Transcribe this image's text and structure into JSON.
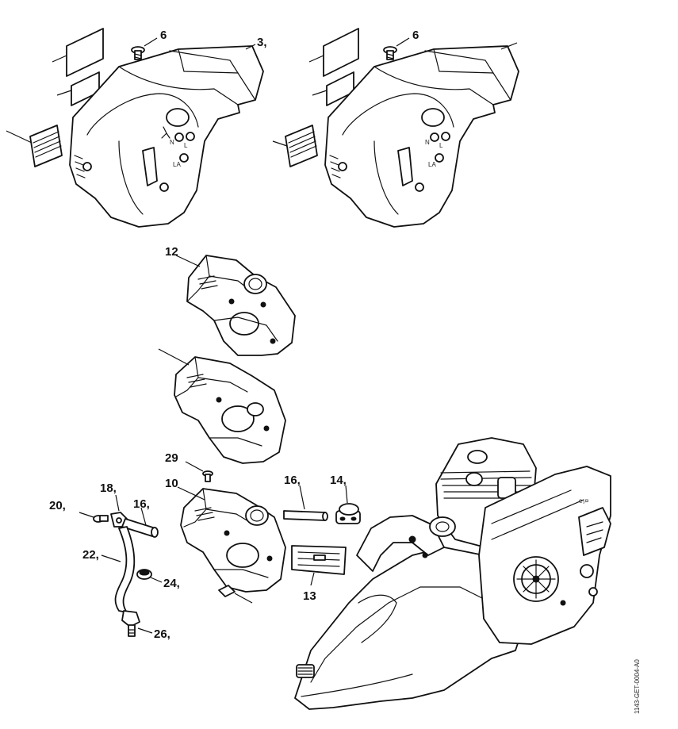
{
  "diagram": {
    "callouts": {
      "c3": "3,",
      "c6a": "6",
      "c6b": "6",
      "c12": "12",
      "c29": "29",
      "c10": "10",
      "c18": "18,",
      "c16a": "16,",
      "c16b": "16,",
      "c14": "14,",
      "c20": "20,",
      "c22": "22,",
      "c24": "24,",
      "c13": "13",
      "c26": "26,"
    },
    "cover_marks": {
      "left": {
        "n": "N",
        "l": "L",
        "la": "LA"
      },
      "right": {
        "n": "N",
        "l": "L",
        "la": "LA"
      }
    },
    "side_cover_text": "e₃¤",
    "drawing_code": "1143-GET-0004-A0"
  }
}
